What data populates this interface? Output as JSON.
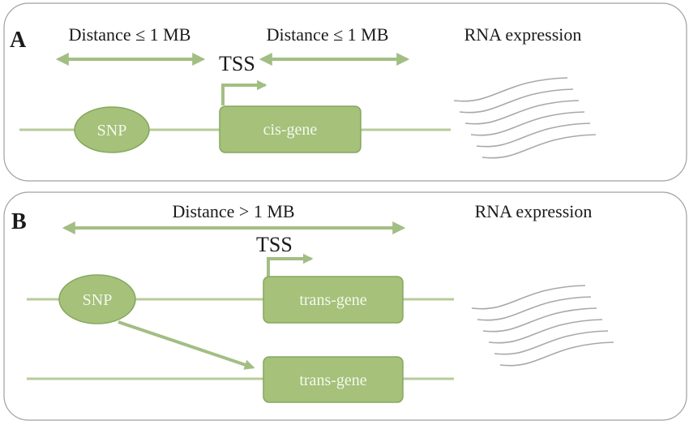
{
  "colors": {
    "shape_fill": "#a5c17a",
    "shape_stroke": "#86a85e",
    "line": "#b7cc9b",
    "arrow": "#a3be83",
    "wave": "#a8a8a8",
    "panel_border": "#a1a1a1",
    "text": "#1a1a1a",
    "label_on_shape": "#f4f8ee"
  },
  "panel_a": {
    "letter": "A",
    "left_distance": "Distance ≤ 1 MB",
    "right_distance": "Distance ≤ 1 MB",
    "tss": "TSS",
    "snp": "SNP",
    "gene": "cis-gene",
    "rna": "RNA expression"
  },
  "panel_b": {
    "letter": "B",
    "distance": "Distance > 1 MB",
    "tss": "TSS",
    "snp": "SNP",
    "gene_top": "trans-gene",
    "gene_bottom": "trans-gene",
    "rna": "RNA expression"
  }
}
